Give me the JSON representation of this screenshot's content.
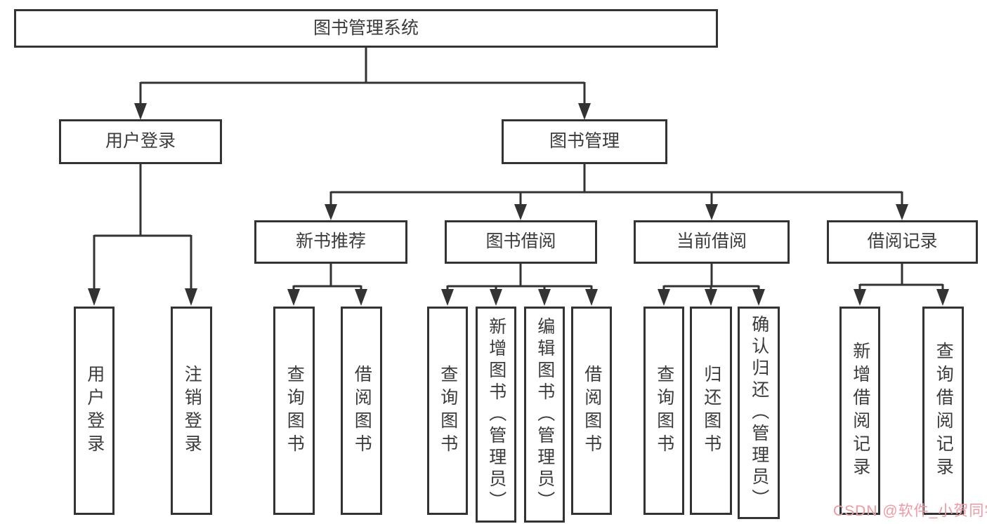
{
  "tree": {
    "label": "图书管理系统",
    "children": [
      {
        "label": "用户登录",
        "children": [
          {
            "label": "用户登录"
          },
          {
            "label": "注销登录"
          }
        ]
      },
      {
        "label": "图书管理",
        "children": [
          {
            "label": "新书推荐",
            "children": [
              {
                "label": "查询图书"
              },
              {
                "label": "借阅图书"
              }
            ]
          },
          {
            "label": "图书借阅",
            "children": [
              {
                "label": "查询图书"
              },
              {
                "label": "新增图书（管理员）"
              },
              {
                "label": "编辑图书（管理员）"
              },
              {
                "label": "借阅图书"
              }
            ]
          },
          {
            "label": "当前借阅",
            "children": [
              {
                "label": "查询图书"
              },
              {
                "label": "归还图书"
              },
              {
                "label": "确认归还（管理员）"
              }
            ]
          },
          {
            "label": "借阅记录",
            "children": [
              {
                "label": "新增借阅记录"
              },
              {
                "label": "查询借阅记录"
              }
            ]
          }
        ]
      }
    ]
  },
  "watermark": {
    "text": "CSDN @软件_小贺同学",
    "color": "#f09aa0"
  },
  "colors": {
    "box_border": "#333333",
    "connector": "#333333",
    "text": "#3b3b3b",
    "background": "#ffffff"
  }
}
